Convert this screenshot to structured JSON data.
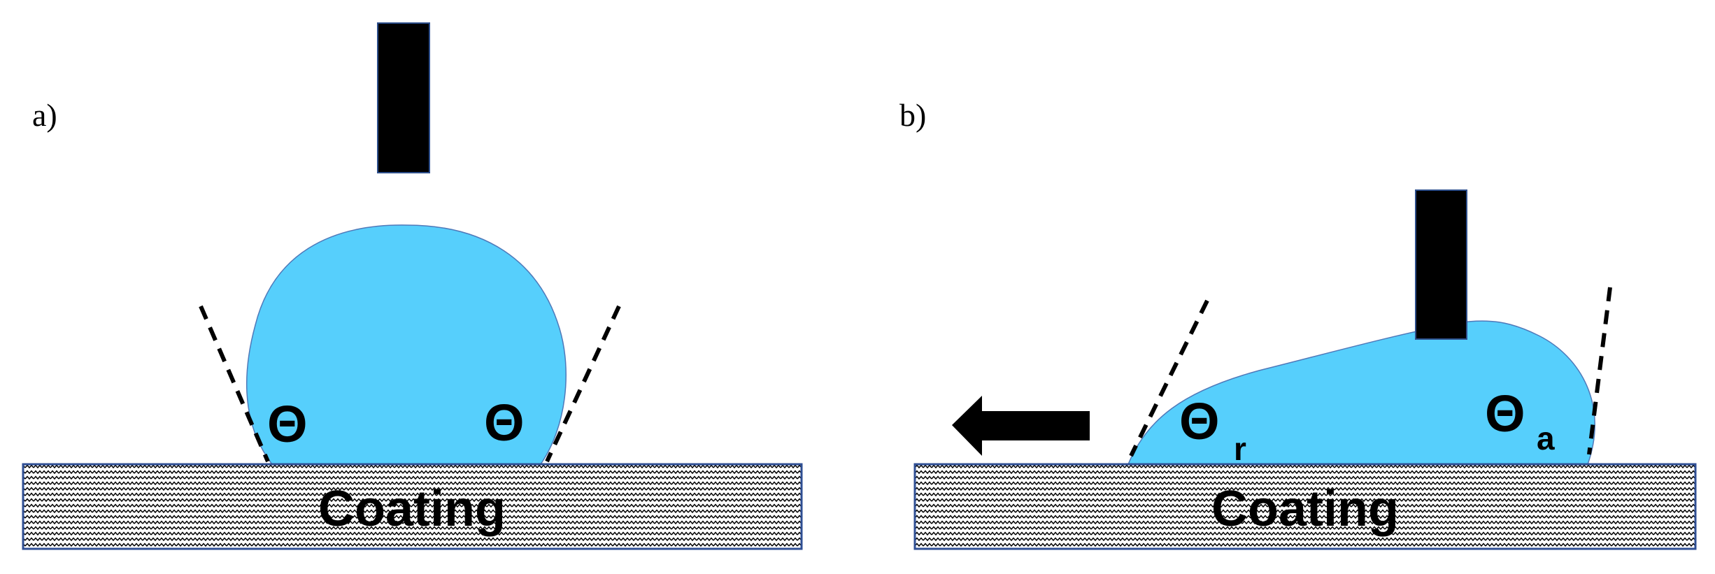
{
  "panels": [
    {
      "label": "a)",
      "substrate_label": "Coating",
      "angle_left": "Θ",
      "angle_right": "Θ"
    },
    {
      "label": "b)",
      "substrate_label": "Coating",
      "angle_receding": "Θ",
      "angle_receding_sub": "r",
      "angle_advancing": "Θ",
      "angle_advancing_sub": "a"
    }
  ],
  "colors": {
    "droplet": "#56CFFC",
    "droplet_outline": "#4F79B9",
    "needle": "#000000",
    "substrate_border": "#2F4F94",
    "substrate_texture": "#000000"
  },
  "icons": {
    "arrow": "left-arrow-icon"
  }
}
